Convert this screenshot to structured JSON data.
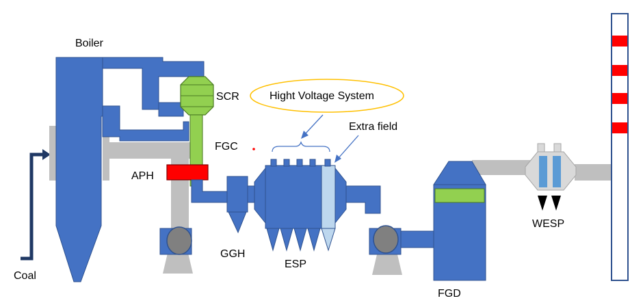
{
  "labels": {
    "boiler": "Boiler",
    "scr": "SCR",
    "fgc": "FGC",
    "aph": "APH",
    "ggh": "GGH",
    "esp": "ESP",
    "fgd": "FGD",
    "wesp": "WESP",
    "coal": "Coal",
    "hvs": "Hight Voltage System",
    "extra_field": "Extra field"
  },
  "colors": {
    "equipment_blue": "#4472C4",
    "equipment_outline": "#2F528F",
    "duct_gray": "#BFBFBF",
    "fan_gray": "#808080",
    "scr_green": "#92D050",
    "aph_red": "#FF0000",
    "extra_field_lightblue": "#BDD7EE",
    "wesp_tube_blue": "#5B9BD5",
    "callout_yellow": "#FFC000",
    "coal_line": "#1F3864"
  }
}
